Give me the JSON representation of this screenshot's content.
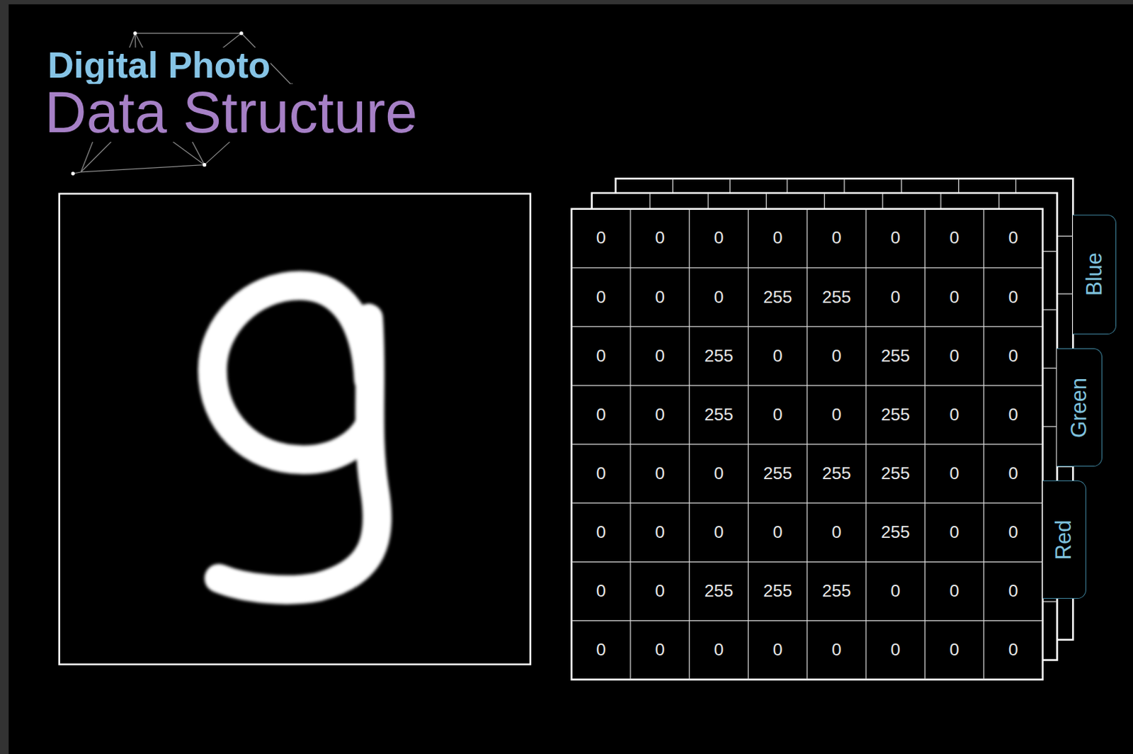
{
  "diagram": {
    "title": "Digital Photo",
    "nodes": [
      {
        "text": [
          "Blue"
        ]
      },
      {
        "text": [
          "Green"
        ]
      },
      {
        "text": [
          "Red"
        ]
      }
    ],
    "labels": [
      "Data Structure",
      "0",
      "0",
      "0",
      "0",
      "0",
      "0",
      "0",
      "0",
      "0",
      "0",
      "0",
      "255",
      "255",
      "0",
      "0",
      "0",
      "0",
      "0",
      "255",
      "0",
      "0",
      "255",
      "0",
      "0",
      "0",
      "0",
      "255",
      "0",
      "0",
      "255",
      "0",
      "0",
      "0",
      "0",
      "0",
      "255",
      "255",
      "255",
      "0",
      "0",
      "0",
      "0",
      "0",
      "0",
      "0",
      "255",
      "0",
      "0",
      "0",
      "0",
      "255",
      "255",
      "255",
      "0",
      "0",
      "0",
      "0",
      "0",
      "0",
      "0",
      "0",
      "0",
      "0",
      "0"
    ]
  }
}
